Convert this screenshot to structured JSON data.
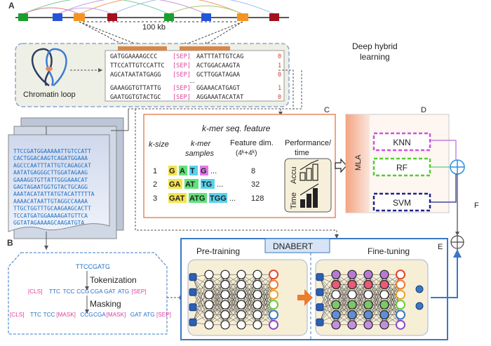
{
  "panel_labels": {
    "a": "A",
    "b": "B",
    "c": "C",
    "d": "D",
    "e": "E",
    "f": "F"
  },
  "genome": {
    "scale_label": "100 kb"
  },
  "chromatin_loop_label": "Chromatin loop",
  "sequence_pairs": [
    {
      "left": "GATGGAAAAGCCC",
      "sep": "[SEP]",
      "right": "AATTTATTGTCAG",
      "label": "0"
    },
    {
      "left": "TTCCATTGTCCATTC",
      "sep": "[SEP]",
      "right": "ACTGGACAAGTA",
      "label": "1"
    },
    {
      "left": "AGCATAATATGAGG",
      "sep": "[SEP]",
      "right": "GCTTGGATAGAA",
      "label": "0"
    },
    {
      "left": "GAAAGGTGTTATTG",
      "sep": "[SEP]",
      "right": "GGAAACATGAGT",
      "label": "1"
    },
    {
      "left": "GAATGGTGTACTGC",
      "sep": "[SEP]",
      "right": "AGGAAATACATAT",
      "label": "0"
    }
  ],
  "ellipsis": "...",
  "deep_hybrid": {
    "line1": "Deep hybrid",
    "line2": "learning"
  },
  "dna_lines": [
    "TTCCGATGGAAAAATTGTCCATT",
    "CACTGGACAAGTCAGATGGAAA",
    "AGCCCAATTTATTGTCAGAGCAT",
    "AATATGAGGGCTTGGATAGAAG",
    "GAAAGGTGTTATTGGGAAACAT",
    "GAGTAGAATGGTGTACTGCAGG",
    "AAATACATATTATGTACATTTTTA",
    "AAAACATAATTGTAGGCCAAAA",
    "TTGCTGGTTTGCAAGAAGCACTT",
    "TCCATGATGGAAAAGATGTTCA",
    "GGTATAGAAAAGCAAGATGTA"
  ],
  "kmer": {
    "title": "k-mer seq. feature",
    "col_ksize": "k-size",
    "col_samples_1": "k-mer",
    "col_samples_2": "samples",
    "col_dim_1": "Feature dim.",
    "col_dim_2": "(4ᵏ+4ᵏ)",
    "col_perf_1": "Performance/",
    "col_perf_2": "time",
    "accu_label": "Accu",
    "time_label": "Time",
    "rows": [
      {
        "k": "1",
        "tokens": [
          "G",
          "A",
          "T",
          "G"
        ],
        "tail": "...",
        "dim": "8"
      },
      {
        "k": "2",
        "tokens": [
          "GA",
          "AT",
          "TG"
        ],
        "tail": "...",
        "dim": "32"
      },
      {
        "k": "3",
        "tokens": [
          "GAT",
          "ATG",
          "TGG"
        ],
        "tail": "...",
        "dim": "128"
      }
    ]
  },
  "mla": {
    "label": "MLA",
    "models": [
      "KNN",
      "RF",
      "SVM"
    ],
    "colors": [
      "#cc55dd",
      "#55cc33",
      "#22228a"
    ]
  },
  "tokenization": {
    "input": "TTCCGATG",
    "step1": "Tokenization",
    "tokens1": [
      "[CLS]",
      "TTC",
      "TCC",
      "CCG",
      "CGA",
      "GAT",
      "ATG",
      "[SEP]"
    ],
    "step2": "Masking",
    "tokens2": [
      "[CLS]",
      "TTC",
      "TCC",
      "[MASK]",
      "CCG",
      "CGA",
      "[MASK]",
      "GAT",
      "ATG",
      "[SEP]"
    ]
  },
  "dnabert": {
    "title": "DNABERT",
    "pretraining": "Pre-training",
    "finetuning": "Fine-tuning"
  },
  "colors": {
    "dna_blue": "#1f6fc5",
    "sep_pink": "#e0409a",
    "panel_orange": "#e8875a",
    "panel_blue": "#3a78c6",
    "label_red": "#d43d2a"
  }
}
